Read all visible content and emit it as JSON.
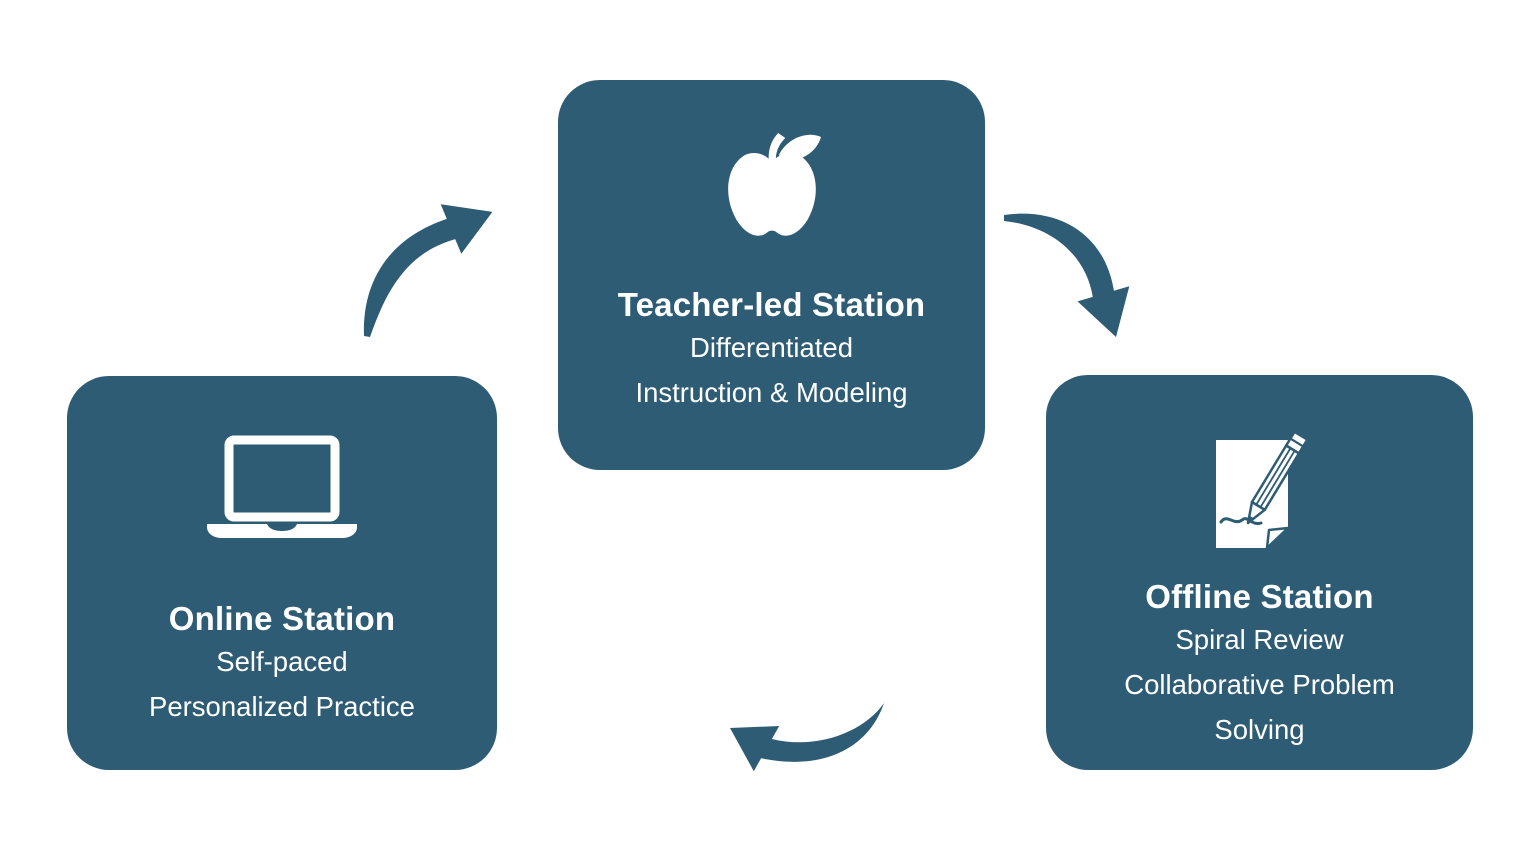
{
  "diagram": {
    "title": "",
    "type": "cycle",
    "colors": {
      "box": "#2e5c75",
      "text": "#ffffff",
      "page_background": "#ffffff"
    },
    "stations": [
      {
        "id": "teacher-led",
        "icon": "apple-icon",
        "title": "Teacher-led Station",
        "lines": [
          "Differentiated",
          "Instruction & Modeling"
        ]
      },
      {
        "id": "online",
        "icon": "laptop-icon",
        "title": "Online Station",
        "lines": [
          "Self-paced",
          "Personalized Practice"
        ]
      },
      {
        "id": "offline",
        "icon": "paper-pencil-icon",
        "title": "Offline Station",
        "lines": [
          "Spiral Review",
          "Collaborative Problem Solving"
        ]
      }
    ],
    "arrows": [
      {
        "id": "online-to-teacher",
        "direction": "up-right"
      },
      {
        "id": "teacher-to-offline",
        "direction": "down"
      },
      {
        "id": "offline-to-online",
        "direction": "up-left"
      }
    ]
  }
}
